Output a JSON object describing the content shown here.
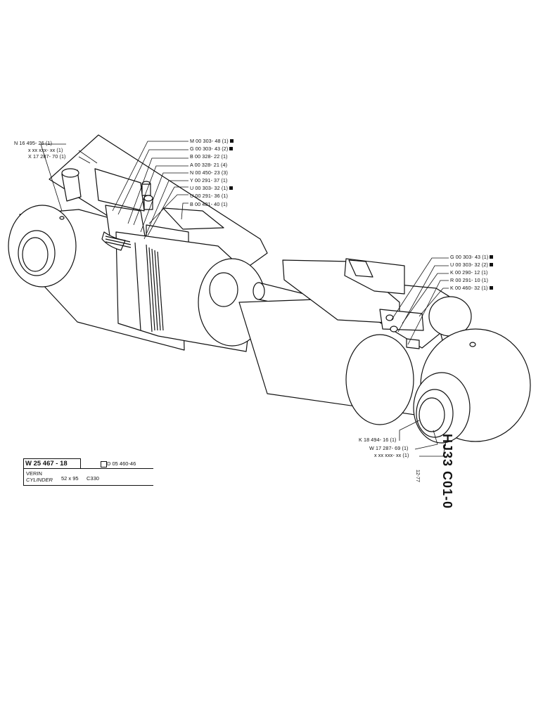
{
  "callouts_top_left": {
    "n1": "N 16 495- 26 (1)",
    "x1": "x xx xxx- xx (1)",
    "x2": "X 17 287- 70 (1)"
  },
  "callouts_top_center": [
    {
      "text": "M 00 303- 48 (1)",
      "marked": true
    },
    {
      "text": "G 00 303- 43 (2)",
      "marked": true
    },
    {
      "text": "B 00 328- 22 (1)",
      "marked": false
    },
    {
      "text": "A 00 328- 21 (4)",
      "marked": false
    },
    {
      "text": "N 00 450- 23 (3)",
      "marked": false
    },
    {
      "text": "Y 00 291- 37 (1)",
      "marked": false
    },
    {
      "text": "U 00 303- 32 (1)",
      "marked": true
    },
    {
      "text": "U 00 291- 36 (1)",
      "marked": false
    },
    {
      "text": "B 00 481- 40 (1)",
      "marked": false
    }
  ],
  "callouts_right": [
    {
      "text": "G 00 303- 43 (1)",
      "marked": true
    },
    {
      "text": "U 00 303- 32 (2)",
      "marked": true
    },
    {
      "text": "K 00 290- 12 (1)",
      "marked": false
    },
    {
      "text": "R 00 291- 10 (1)",
      "marked": false
    },
    {
      "text": "K 00 460- 32 (1)",
      "marked": true
    }
  ],
  "callouts_bottom": {
    "k1": "K 18 494- 16 (1)",
    "w1": "W 17 287- 69 (1)",
    "x1": "x xx xxx- xx (1)"
  },
  "title_block": {
    "doc_id": "HJ33 C01-0",
    "date": "12-77",
    "part_number": "W 25 467 - 18",
    "ref": "D 05 460-46",
    "name_fr": "VERIN",
    "name_en": "CYLINDER",
    "size": "52 x 95",
    "model": "C330"
  }
}
